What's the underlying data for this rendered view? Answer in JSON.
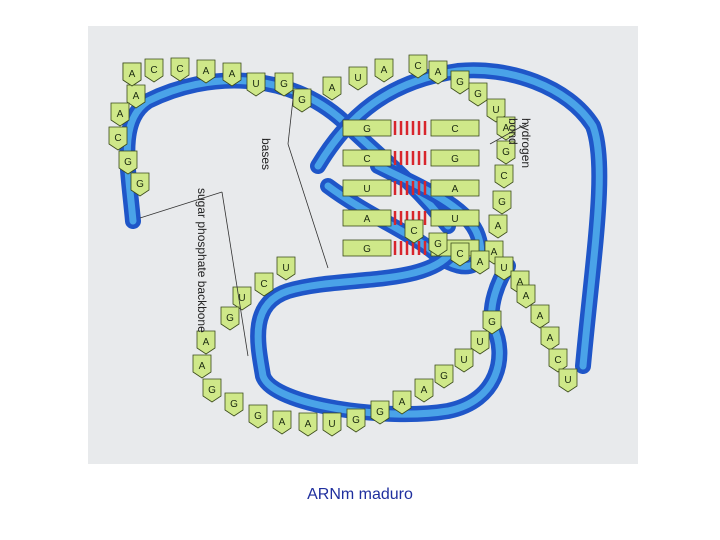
{
  "caption": "ARNm maduro",
  "labels": {
    "hydrogen_bond": "hydrogen bond",
    "bases": "bases",
    "backbone": "sugar phosphate backbone"
  },
  "colors": {
    "panel": "#e8eaec",
    "backbone_blue": "#1f56c8",
    "backbone_light": "#4aa3e8",
    "base_fill": "#cfe889",
    "base_stroke": "#3a4a1a",
    "hbond_red": "#d8262c",
    "caption": "#1f2f9e"
  },
  "bases": [
    {
      "letter": "C"
    },
    {
      "letter": "C"
    },
    {
      "letter": "C"
    },
    {
      "letter": "A"
    },
    {
      "letter": "A"
    },
    {
      "letter": "U"
    },
    {
      "letter": "A"
    },
    {
      "letter": "A"
    },
    {
      "letter": "C"
    },
    {
      "letter": "G"
    },
    {
      "letter": "G"
    },
    {
      "letter": "G"
    },
    {
      "letter": "G"
    },
    {
      "letter": "A"
    },
    {
      "letter": "U"
    },
    {
      "letter": "A"
    },
    {
      "letter": "C"
    },
    {
      "letter": "A"
    },
    {
      "letter": "G"
    },
    {
      "letter": "G"
    },
    {
      "letter": "U"
    },
    {
      "letter": "A"
    },
    {
      "letter": "G"
    },
    {
      "letter": "C"
    },
    {
      "letter": "G"
    },
    {
      "letter": "A"
    },
    {
      "letter": "A"
    },
    {
      "letter": "C"
    },
    {
      "letter": "G"
    },
    {
      "letter": "C"
    },
    {
      "letter": "A"
    },
    {
      "letter": "U"
    },
    {
      "letter": "A"
    },
    {
      "letter": "U"
    },
    {
      "letter": "C"
    },
    {
      "letter": "U"
    },
    {
      "letter": "G"
    },
    {
      "letter": "A"
    },
    {
      "letter": "A"
    },
    {
      "letter": "G"
    },
    {
      "letter": "G"
    },
    {
      "letter": "G"
    },
    {
      "letter": "A"
    },
    {
      "letter": "A"
    },
    {
      "letter": "U"
    },
    {
      "letter": "G"
    },
    {
      "letter": "G"
    },
    {
      "letter": "A"
    },
    {
      "letter": "A"
    },
    {
      "letter": "G"
    },
    {
      "letter": "U"
    },
    {
      "letter": "U"
    },
    {
      "letter": "G"
    },
    {
      "letter": "A"
    },
    {
      "letter": "A"
    },
    {
      "letter": "A"
    },
    {
      "letter": "C"
    },
    {
      "letter": "U"
    },
    {
      "letter": "A"
    }
  ],
  "pairs": [
    {
      "left": "G",
      "right": "C"
    },
    {
      "left": "C",
      "right": "G"
    },
    {
      "left": "U",
      "right": "A"
    },
    {
      "left": "A",
      "right": "U"
    },
    {
      "left": "G",
      "right": "C"
    }
  ]
}
